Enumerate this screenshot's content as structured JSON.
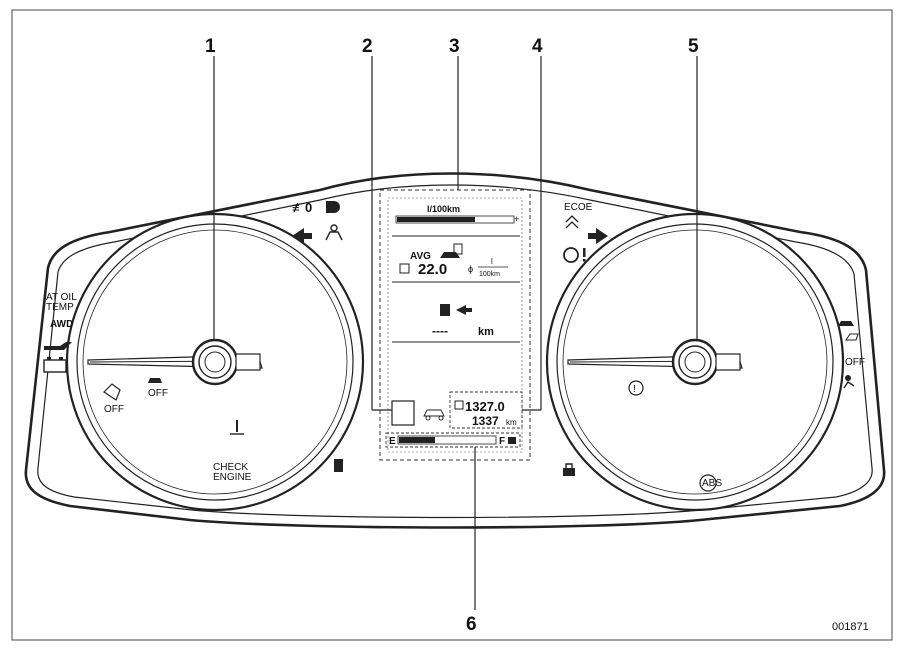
{
  "callouts": [
    "1",
    "2",
    "3",
    "4",
    "5",
    "6"
  ],
  "figure_id": "001871",
  "telltales": {
    "at_oil_temp": "AT OIL\nTEMP",
    "awd": "AWD",
    "check_engine": "CHECK\nENGINE",
    "off_left_a": "OFF",
    "off_left_b": "OFF",
    "off_right": "OFF",
    "eco": "ECOE",
    "abs": "ABS"
  },
  "display": {
    "fuel_rate_label": "l/100km",
    "avg_label": "AVG",
    "avg_value": "22.0",
    "avg_unit_top": "l",
    "avg_unit_bottom": "100km",
    "range_value": "----",
    "range_unit": "km",
    "trip_value": "1327.0",
    "odo_value": "1337",
    "odo_unit": "km",
    "fuel_empty": "E",
    "fuel_full": "F"
  },
  "colors": {
    "ink": "#111111",
    "background": "#ffffff"
  }
}
